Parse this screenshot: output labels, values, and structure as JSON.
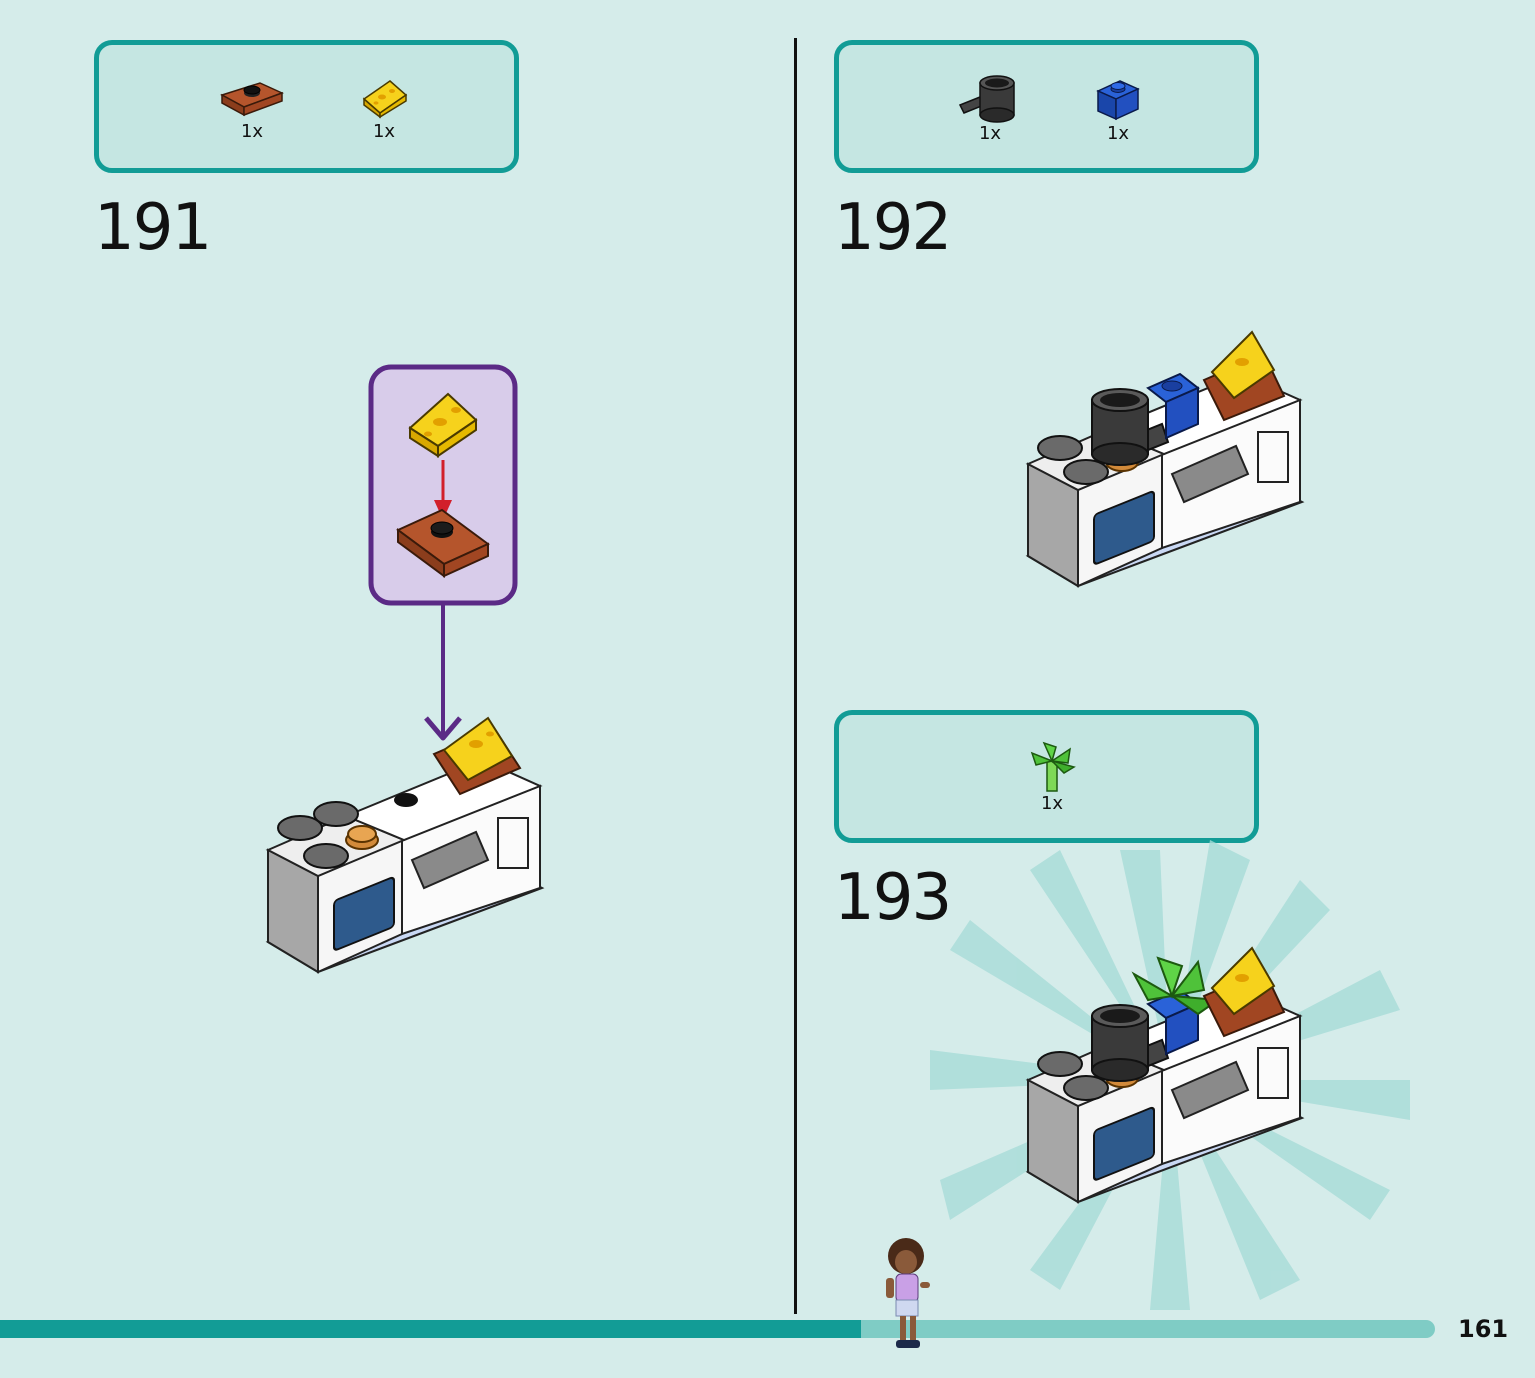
{
  "page": {
    "number": "161",
    "progress": 0.6
  },
  "steps": [
    {
      "number": "191",
      "parts": [
        {
          "name": "reddish-brown-plate-1x2-jumper",
          "qty": "1x"
        },
        {
          "name": "yellow-cheese-slope",
          "qty": "1x"
        }
      ]
    },
    {
      "number": "192",
      "parts": [
        {
          "name": "black-cooking-pot",
          "qty": "1x"
        },
        {
          "name": "blue-brick-1x1",
          "qty": "1x"
        }
      ]
    },
    {
      "number": "193",
      "parts": [
        {
          "name": "green-plant-leaves",
          "qty": "1x"
        }
      ]
    }
  ],
  "colors": {
    "background": "#d5ecea",
    "accent": "#129c96",
    "subassembly_frame": "#5b2a86",
    "subassembly_fill": "#d8ccea",
    "arrow_red": "#d21f2b"
  }
}
